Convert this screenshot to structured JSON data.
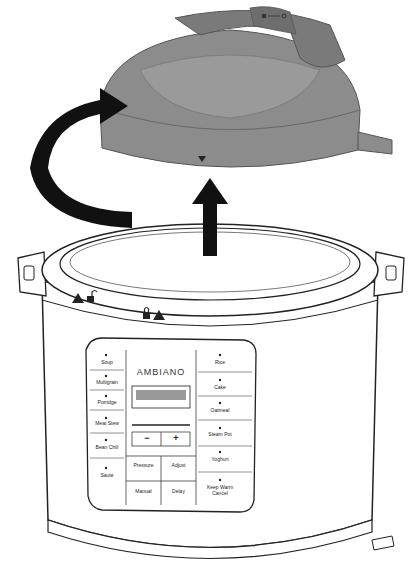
{
  "diagram": {
    "labels": [
      "AMBIANO",
      "Soup",
      "Multigrain",
      "Porridge",
      "Meat Stew",
      "Bean Chili",
      "Sauté",
      "Rice",
      "Cake",
      "Oatmeal",
      "Steam Pot",
      "Yoghurt",
      "Keep Warm Cancel",
      "Pressure",
      "Adjust",
      "Manual",
      "Delay",
      "−",
      "+"
    ]
  }
}
